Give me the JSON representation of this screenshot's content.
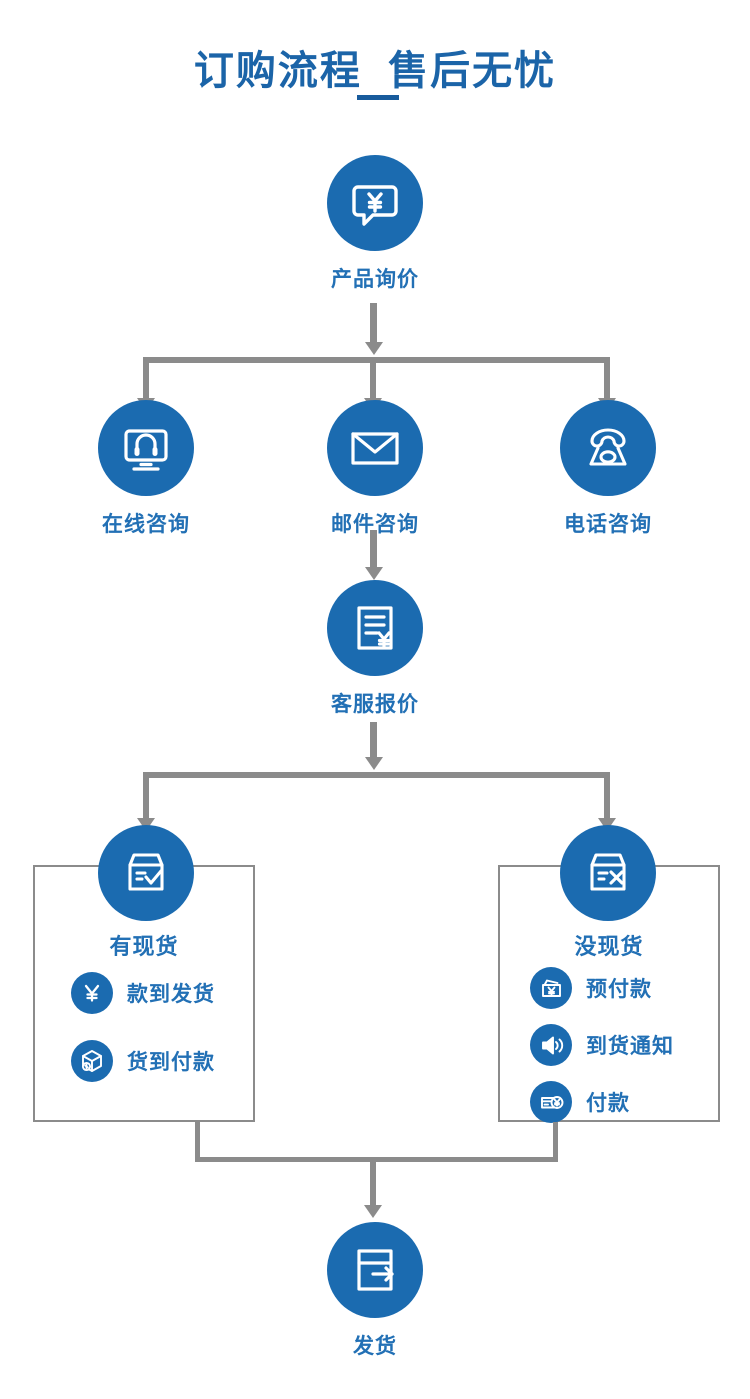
{
  "header": {
    "title": "订购流程  售后无忧",
    "underline_color": "#185b9c"
  },
  "theme": {
    "circle_blue": "#1b6bb0",
    "label_blue": "#2270b5",
    "connector_gray": "#8b8b8b",
    "background": "#ffffff"
  },
  "flow": {
    "start": {
      "label": "产品询价",
      "icon": "speech-bubble-yen-icon"
    },
    "contact_options": [
      {
        "label": "在线咨询",
        "icon": "monitor-headset-icon"
      },
      {
        "label": "邮件咨询",
        "icon": "envelope-icon"
      },
      {
        "label": "电话咨询",
        "icon": "telephone-icon"
      }
    ],
    "quote": {
      "label": "客服报价",
      "icon": "document-yen-icon"
    },
    "stock_branches": [
      {
        "title": "有现货",
        "icon": "box-check-icon",
        "options": [
          {
            "label": "款到发货",
            "icon": "yen-icon"
          },
          {
            "label": "货到付款",
            "icon": "package-cube-icon"
          }
        ]
      },
      {
        "title": "没现货",
        "icon": "box-cross-icon",
        "options": [
          {
            "label": "预付款",
            "icon": "wallet-yen-icon"
          },
          {
            "label": "到货通知",
            "icon": "speaker-icon"
          },
          {
            "label": "付款",
            "icon": "card-yen-icon"
          }
        ]
      }
    ],
    "end": {
      "label": "发货",
      "icon": "box-arrow-out-icon"
    }
  }
}
